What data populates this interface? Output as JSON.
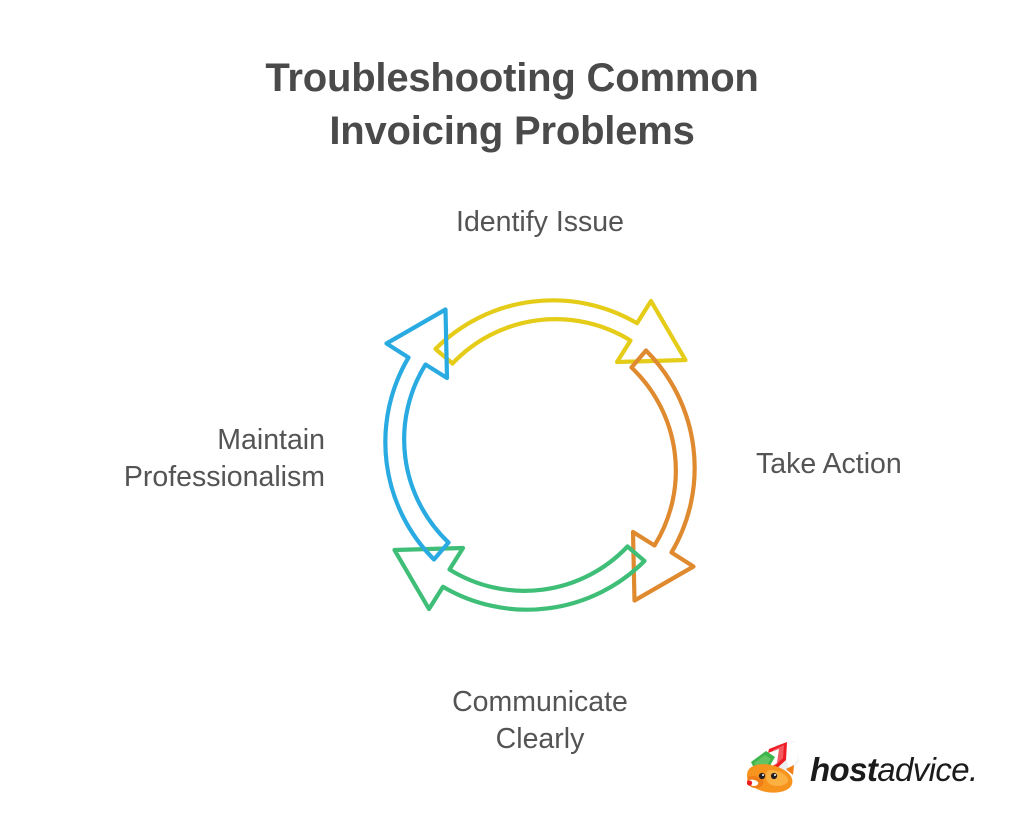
{
  "page": {
    "background_color": "#ffffff",
    "title_color": "#4a4a4a",
    "label_color": "#545454"
  },
  "title": {
    "line1": "Troubleshooting Common",
    "line2": "Invoicing Problems",
    "full": "Troubleshooting Common Invoicing Problems"
  },
  "diagram": {
    "type": "cycle",
    "direction": "clockwise",
    "steps": [
      {
        "id": "identify-issue",
        "position": "top",
        "label": "Identify Issue",
        "arrow_color": "#e5cc18",
        "arrow_name": "yellow-curved-arrow",
        "arrow_points_to": "take-action"
      },
      {
        "id": "take-action",
        "position": "right",
        "label": "Take Action",
        "arrow_color": "#e08a30",
        "arrow_name": "orange-curved-arrow",
        "arrow_points_to": "communicate-clearly"
      },
      {
        "id": "communicate-clearly",
        "position": "bottom",
        "label": "Communicate\nClearly",
        "arrow_color": "#3fbe78",
        "arrow_name": "green-curved-arrow",
        "arrow_points_to": "maintain-professionalism"
      },
      {
        "id": "maintain-professionalism",
        "position": "left",
        "label": "Maintain\nProfessionalism",
        "arrow_color": "#29abe2",
        "arrow_name": "blue-curved-arrow",
        "arrow_points_to": "identify-issue"
      }
    ]
  },
  "logo": {
    "brand_bold": "host",
    "brand_light": "advice.",
    "mark_name": "hostadvice-fox-logo",
    "mark_colors": {
      "fox_orange": "#f7941e",
      "fox_orange_dark": "#ef7d18",
      "plume_green": "#3cb54a",
      "plume_red": "#ed1c24",
      "plume_white": "#f2f2f2",
      "eye": "#231f20"
    },
    "text_color": "#1b1b1b"
  }
}
